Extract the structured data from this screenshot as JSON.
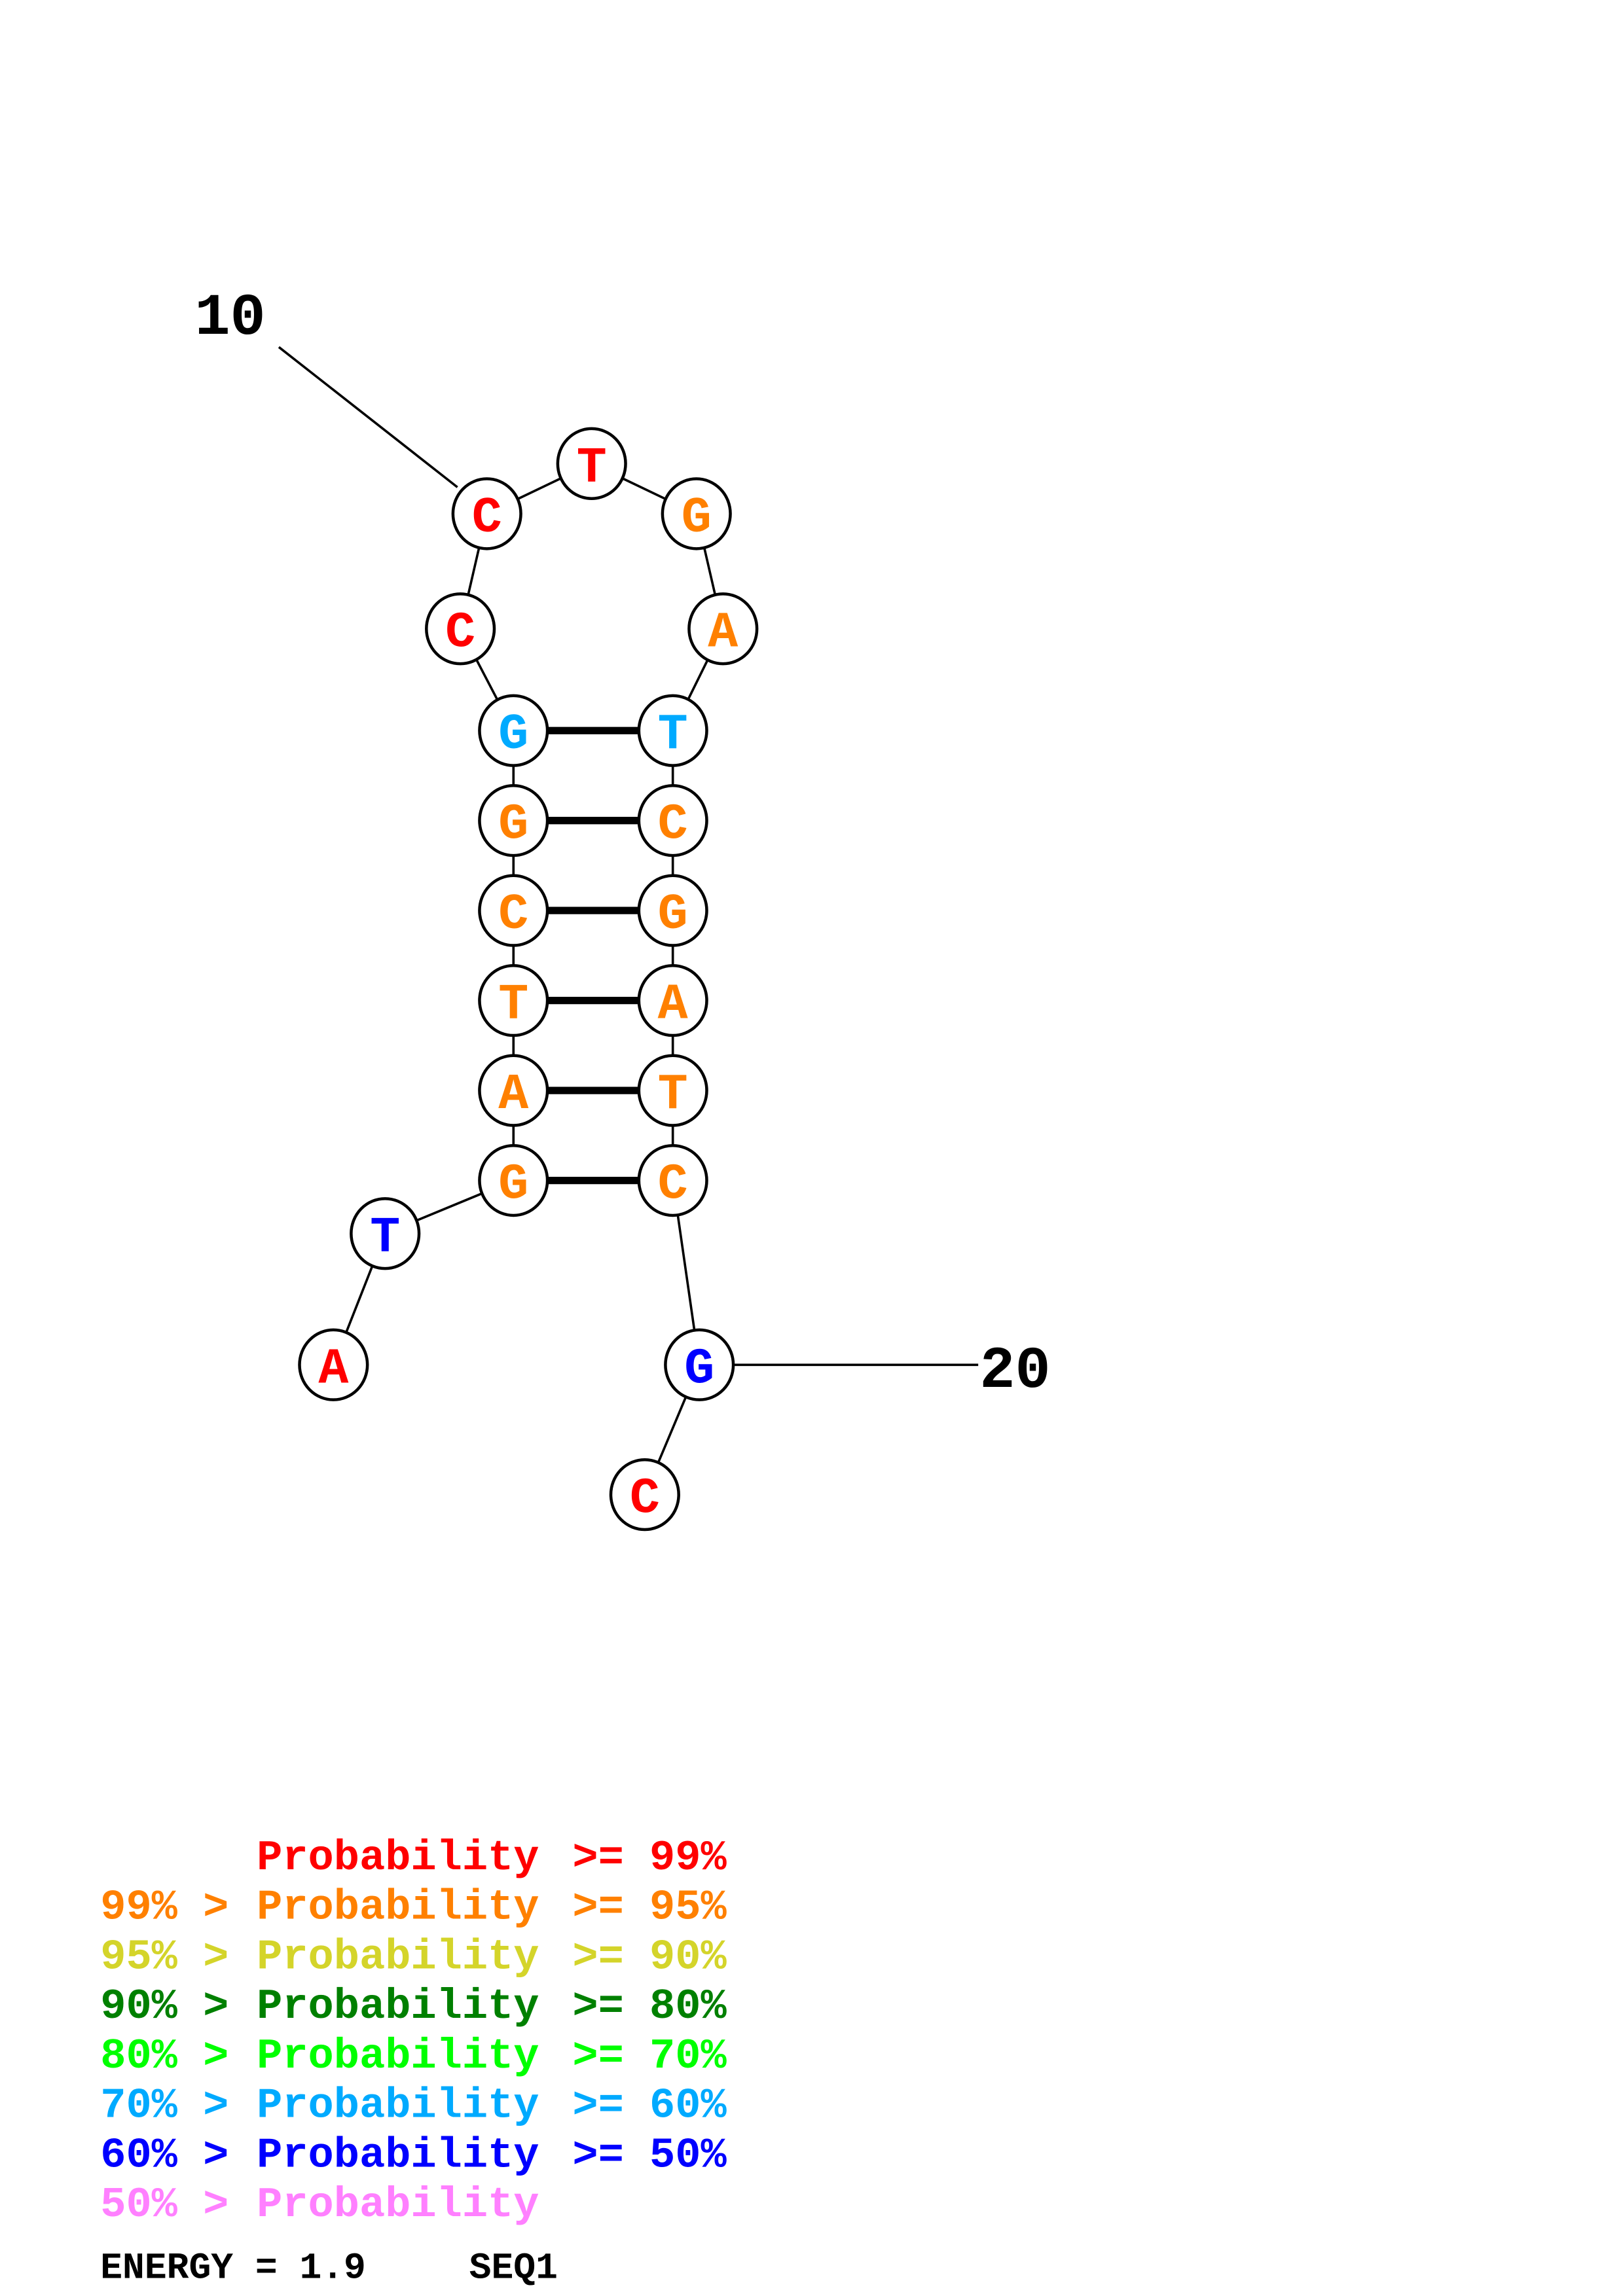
{
  "colors": {
    "p99": "#ff0000",
    "p95": "#ff8000",
    "p90": "#d4d42a",
    "p80": "#008000",
    "p70": "#00ff00",
    "p60": "#00aaff",
    "p50": "#0000ff",
    "plow": "#ff80ff"
  },
  "structure": {
    "nucleotides": [
      {
        "base": "A",
        "color": "p99"
      },
      {
        "base": "T",
        "color": "p50"
      },
      {
        "base": "G",
        "color": "p95"
      },
      {
        "base": "A",
        "color": "p95"
      },
      {
        "base": "T",
        "color": "p95"
      },
      {
        "base": "C",
        "color": "p95"
      },
      {
        "base": "G",
        "color": "p95"
      },
      {
        "base": "G",
        "color": "p60"
      },
      {
        "base": "C",
        "color": "p99"
      },
      {
        "base": "C",
        "color": "p99"
      },
      {
        "base": "T",
        "color": "p99"
      },
      {
        "base": "G",
        "color": "p95"
      },
      {
        "base": "A",
        "color": "p95"
      },
      {
        "base": "T",
        "color": "p60"
      },
      {
        "base": "C",
        "color": "p95"
      },
      {
        "base": "G",
        "color": "p95"
      },
      {
        "base": "A",
        "color": "p95"
      },
      {
        "base": "T",
        "color": "p95"
      },
      {
        "base": "C",
        "color": "p95"
      },
      {
        "base": "G",
        "color": "p50"
      },
      {
        "base": "C",
        "color": "p99"
      }
    ],
    "pairs": [
      [
        2,
        18
      ],
      [
        3,
        17
      ],
      [
        4,
        16
      ],
      [
        5,
        15
      ],
      [
        6,
        14
      ],
      [
        7,
        13
      ]
    ],
    "position_labels": [
      {
        "text": "10",
        "index": 9
      },
      {
        "text": "20",
        "index": 19
      }
    ]
  },
  "legend": [
    {
      "prefix": "",
      "label": "Probability",
      "suffix": ">= 99%",
      "color": "p99"
    },
    {
      "prefix": "99% >",
      "label": "Probability",
      "suffix": ">= 95%",
      "color": "p95"
    },
    {
      "prefix": "95% >",
      "label": "Probability",
      "suffix": ">= 90%",
      "color": "p90"
    },
    {
      "prefix": "90% >",
      "label": "Probability",
      "suffix": ">= 80%",
      "color": "p80"
    },
    {
      "prefix": "80% >",
      "label": "Probability",
      "suffix": ">= 70%",
      "color": "p70"
    },
    {
      "prefix": "70% >",
      "label": "Probability",
      "suffix": ">= 60%",
      "color": "p60"
    },
    {
      "prefix": "60% >",
      "label": "Probability",
      "suffix": ">= 50%",
      "color": "p50"
    },
    {
      "prefix": "50% >",
      "label": "Probability",
      "suffix": "",
      "color": "plow"
    }
  ],
  "footer": {
    "energy": "ENERGY = 1.9",
    "sequence_name": "SEQ1"
  }
}
